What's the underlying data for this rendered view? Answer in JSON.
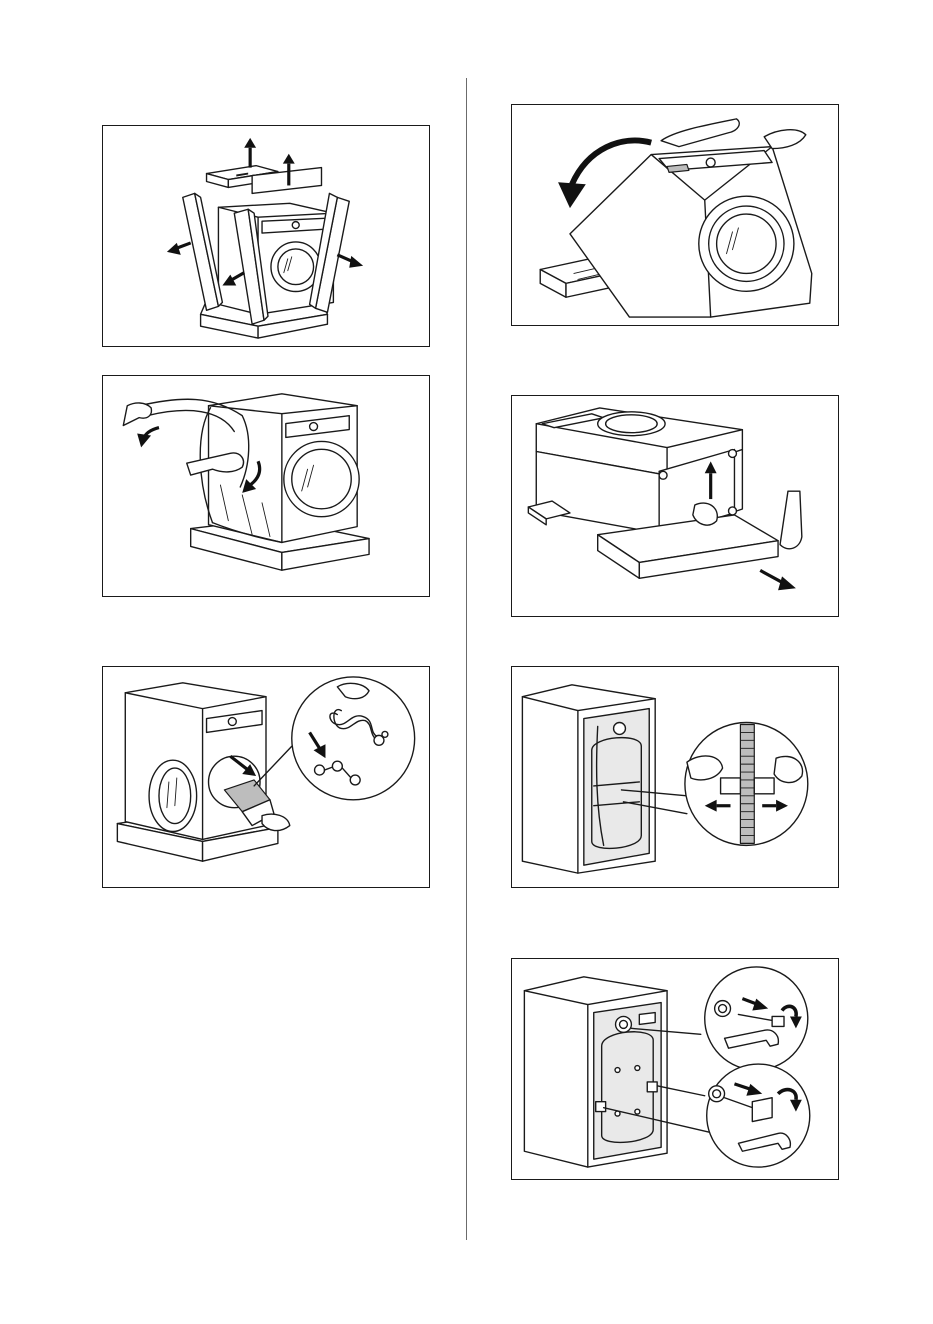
{
  "colors": {
    "line": "#1a1a1a",
    "panel_border": "#1a1a1a",
    "divider": "#6b6b6b",
    "background": "#ffffff"
  },
  "figures": [
    {
      "name": "remove-packaging-panels",
      "icon": "unpack-carton-icon"
    },
    {
      "name": "remove-protective-film",
      "icon": "remove-film-icon"
    },
    {
      "name": "remove-hose-and-accessories",
      "icon": "inlet-hose-icon"
    },
    {
      "name": "tilt-appliance-back",
      "icon": "tilt-rotate-icon"
    },
    {
      "name": "remove-polystyrene-base",
      "icon": "base-removal-icon"
    },
    {
      "name": "release-rear-hose-clips",
      "icon": "hose-clip-icon"
    },
    {
      "name": "remove-transit-bolts",
      "icon": "spanner-bolt-icon"
    }
  ]
}
